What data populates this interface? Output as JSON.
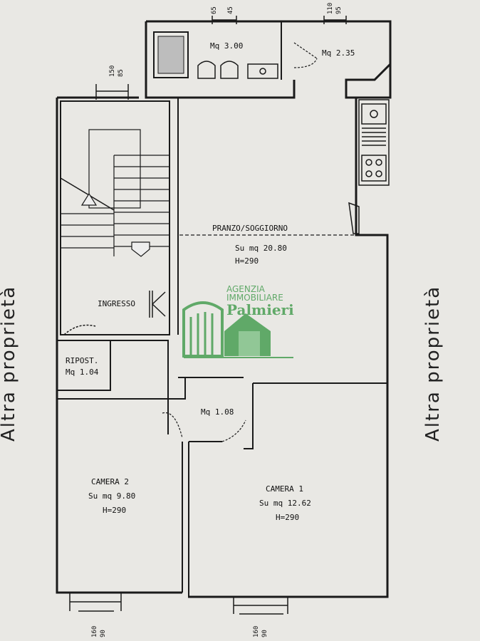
{
  "side_labels": {
    "left": "Altra proprietà",
    "right": "Altra proprietà"
  },
  "rooms": {
    "bagno": {
      "area": "Mq 3.00"
    },
    "wc": {
      "area": "Mq 2.35"
    },
    "soggiorno": {
      "name": "PRANZO/SOGGIORNO",
      "area": "Su mq 20.80",
      "height": "H=290"
    },
    "ingresso": {
      "name": "INGRESSO"
    },
    "ripostiglio": {
      "name": "RIPOST.",
      "area": "Mq 1.04"
    },
    "disimpegno": {
      "area": "Mq 1.08"
    },
    "camera2": {
      "name": "CAMERA 2",
      "area": "Su mq 9.80",
      "height": "H=290"
    },
    "camera1": {
      "name": "CAMERA 1",
      "area": "Su mq 12.62",
      "height": "H=290"
    }
  },
  "dimensions": {
    "bagno_window": [
      "65",
      "45"
    ],
    "wc_window": [
      "110",
      "95"
    ],
    "stair_window": [
      "150",
      "85"
    ],
    "camera2_window": [
      "160",
      "90"
    ],
    "camera1_window": [
      "160",
      "90"
    ]
  },
  "watermark": {
    "line1": "AGENZIA",
    "line2": "IMMOBILIARE",
    "brand": "Palmieri",
    "color": "#3f9a4a"
  }
}
